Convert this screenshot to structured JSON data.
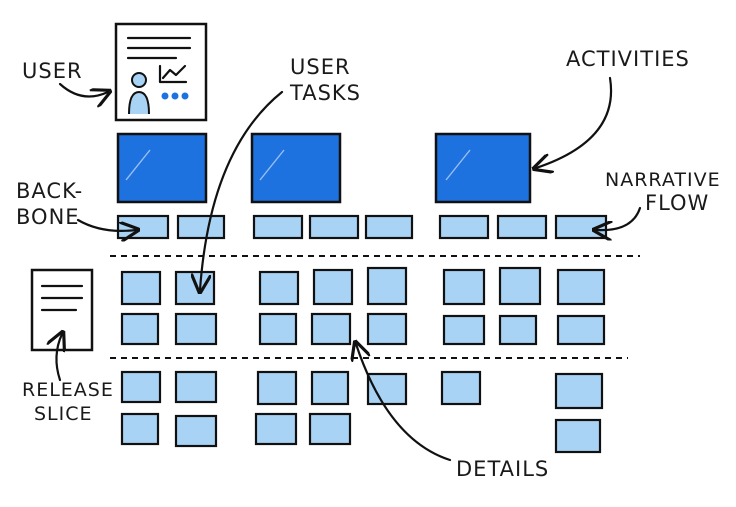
{
  "labels": {
    "user": "USER",
    "user_tasks_line1": "USER",
    "user_tasks_line2": "TASKS",
    "activities": "ACTIVITIES",
    "backbone_line1": "BACK-",
    "backbone_line2": "BONE",
    "narrative_line1": "NARRATIVE",
    "narrative_line2": "FLOW",
    "release_line1": "RELEASE",
    "release_line2": "SLICE",
    "details": "DETAILS"
  },
  "colors": {
    "activity": "#1e72e0",
    "task": "#a9d3f5",
    "outline": "#111111"
  }
}
